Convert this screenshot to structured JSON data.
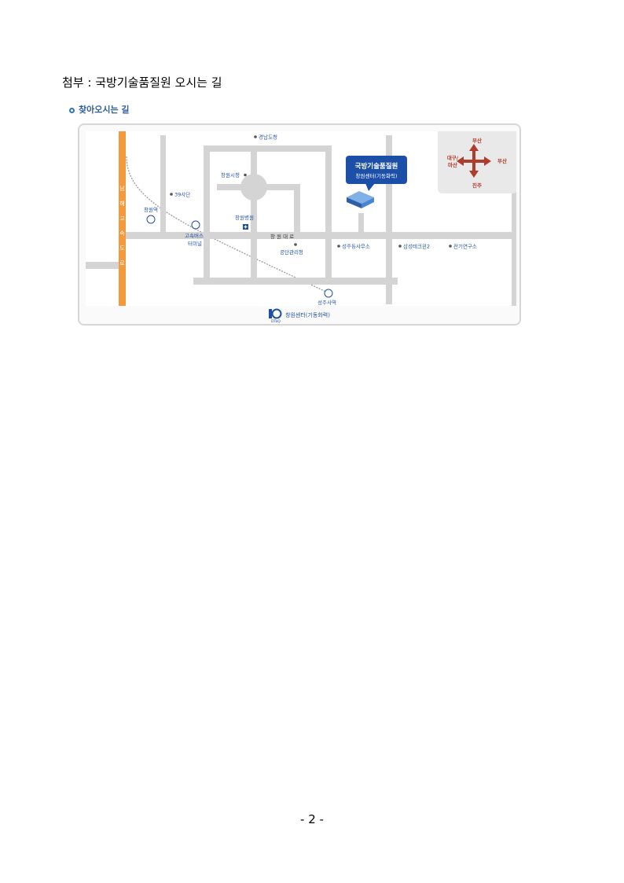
{
  "document": {
    "title": "첨부 : 국방기술품질원 오시는 길",
    "section_heading": "찾아오시는 길",
    "page_number": "- 2 -"
  },
  "map": {
    "destination": {
      "name": "국방기술품질원",
      "subname": "창원센터(기동화력)"
    },
    "landmarks": {
      "gyeongnam_office": "경남도청",
      "changwon_city_hall": "창원시청",
      "sa39": "39사단",
      "changwon_station": "창원역",
      "changwon_hospital": "창원병원",
      "bus_terminal": "고속버스 터미널",
      "changwon_road": "창 원 대 로",
      "industrial_complex": "공단관리청",
      "seongju_office": "성주동사무소",
      "samsung": "삼성테크윈2",
      "electrotech": "전기연구소",
      "seongju_station": "성주사역"
    },
    "highway_label": [
      "남",
      "해",
      "고",
      "속",
      "도",
      "로"
    ],
    "compass": {
      "north": "부산",
      "east": "부산",
      "west_line1": "대구/",
      "west_line2": "마산",
      "south": "진주"
    },
    "footer_label": "창원센터(기동화력)",
    "logo_text": "DTaQ",
    "colors": {
      "road": "#d4d4d4",
      "highway": "#f59a3c",
      "label_blue": "#1f4f9e",
      "compass_red": "#b03c2c",
      "callout": "#1c4fa8"
    }
  }
}
